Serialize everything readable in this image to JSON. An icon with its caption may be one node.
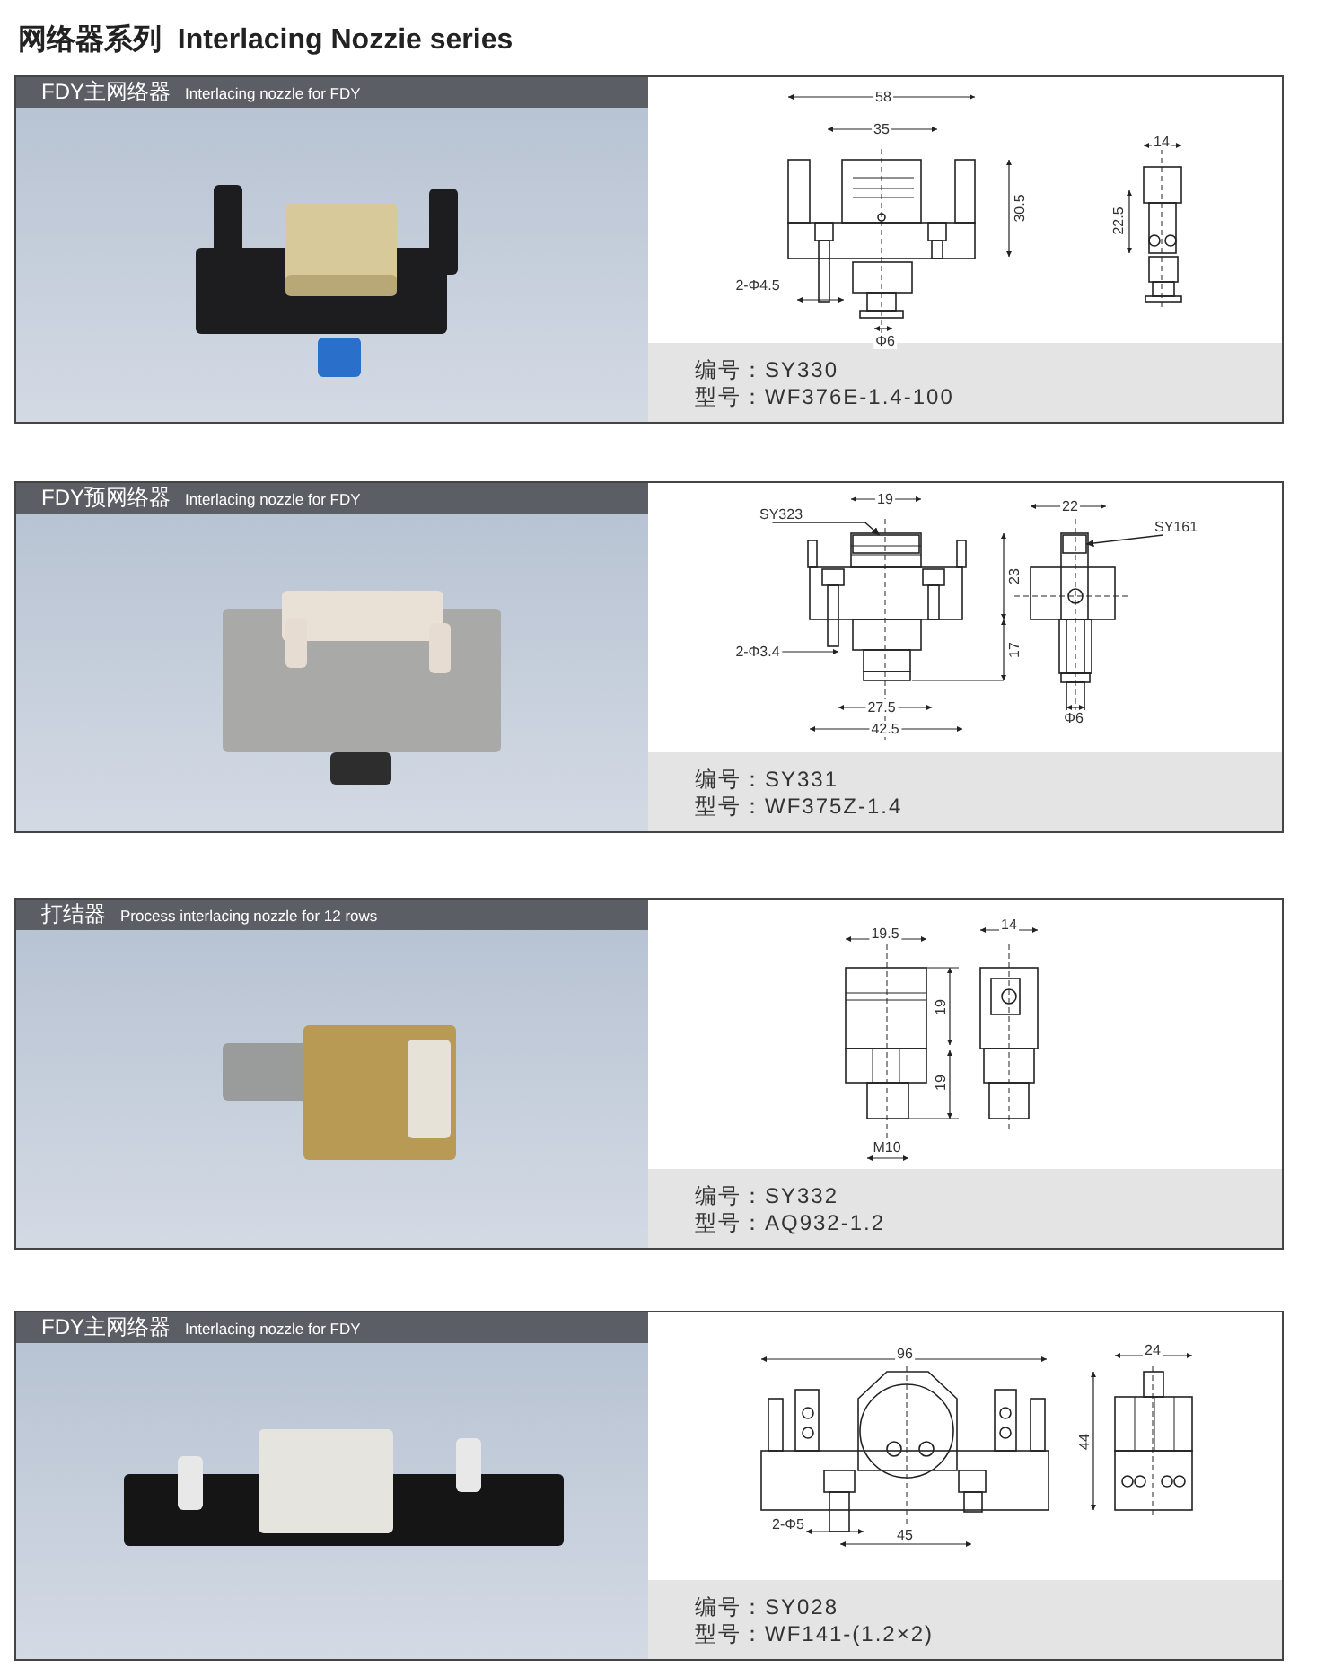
{
  "diagram": {
    "title": "网络器系列  Interlacing Nozzie series",
    "nodes": [
      {
        "text": [
          "FDY主网络器",
          "Interlacing nozzle for FDY",
          "编号：SY330",
          "型号：WF376E-1.4-100"
        ]
      },
      {
        "text": [
          "FDY预网络器",
          "Interlacing nozzle for FDY",
          "编号：SY331",
          "型号：WF375Z-1.4"
        ]
      },
      {
        "text": [
          "SY323"
        ],
        "in": 1
      },
      {
        "text": [],
        "shape": "box",
        "in": 1
      },
      {
        "text": [
          "SY161"
        ],
        "in": 1
      },
      {
        "text": [],
        "shape": "box",
        "in": 1
      },
      {
        "text": [
          "打结器",
          "Process interlacing nozzle for 12 rows",
          "编号：SY332",
          "型号：AQ932-1.2"
        ]
      },
      {
        "text": [
          "FDY主网络器",
          "Interlacing nozzle for FDY",
          "编号：SY028",
          "型号：WF141-(1.2×2)"
        ]
      }
    ],
    "edges": [
      {
        "from": 2,
        "to": 3,
        "arrow": "to"
      },
      {
        "from": 4,
        "to": 5,
        "arrow": "to"
      }
    ],
    "labels": [
      "58",
      "35",
      "30.5",
      "14",
      "22.5",
      "2-Φ4.5",
      "Φ6",
      "19",
      "22",
      "23",
      "17",
      "2-Φ3.4",
      "27.5",
      "42.5",
      "Φ6",
      "19.5",
      "14",
      "19",
      "19",
      "M10",
      "96",
      "24",
      "44",
      "2-Φ5",
      "45"
    ]
  }
}
